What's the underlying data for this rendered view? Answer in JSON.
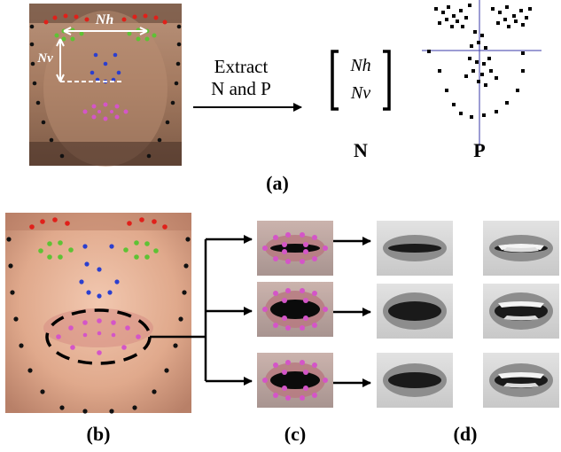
{
  "panel_a": {
    "face_label_nh": "Nh",
    "face_label_nv": "Nv",
    "arrow_line1": "Extract",
    "arrow_line2": "N and P",
    "vector_top": "Nh",
    "vector_bottom": "Nv",
    "n_label": "N",
    "p_label": "P",
    "caption": "(a)"
  },
  "captions": {
    "b": "(b)",
    "c": "(c)",
    "d": "(d)"
  },
  "colors": {
    "brows": "#e0201a",
    "eyes": "#5ec234",
    "nose": "#2b3fcf",
    "mouth": "#d455c8",
    "contour": "#111111",
    "axis": "#3a3aa8"
  }
}
